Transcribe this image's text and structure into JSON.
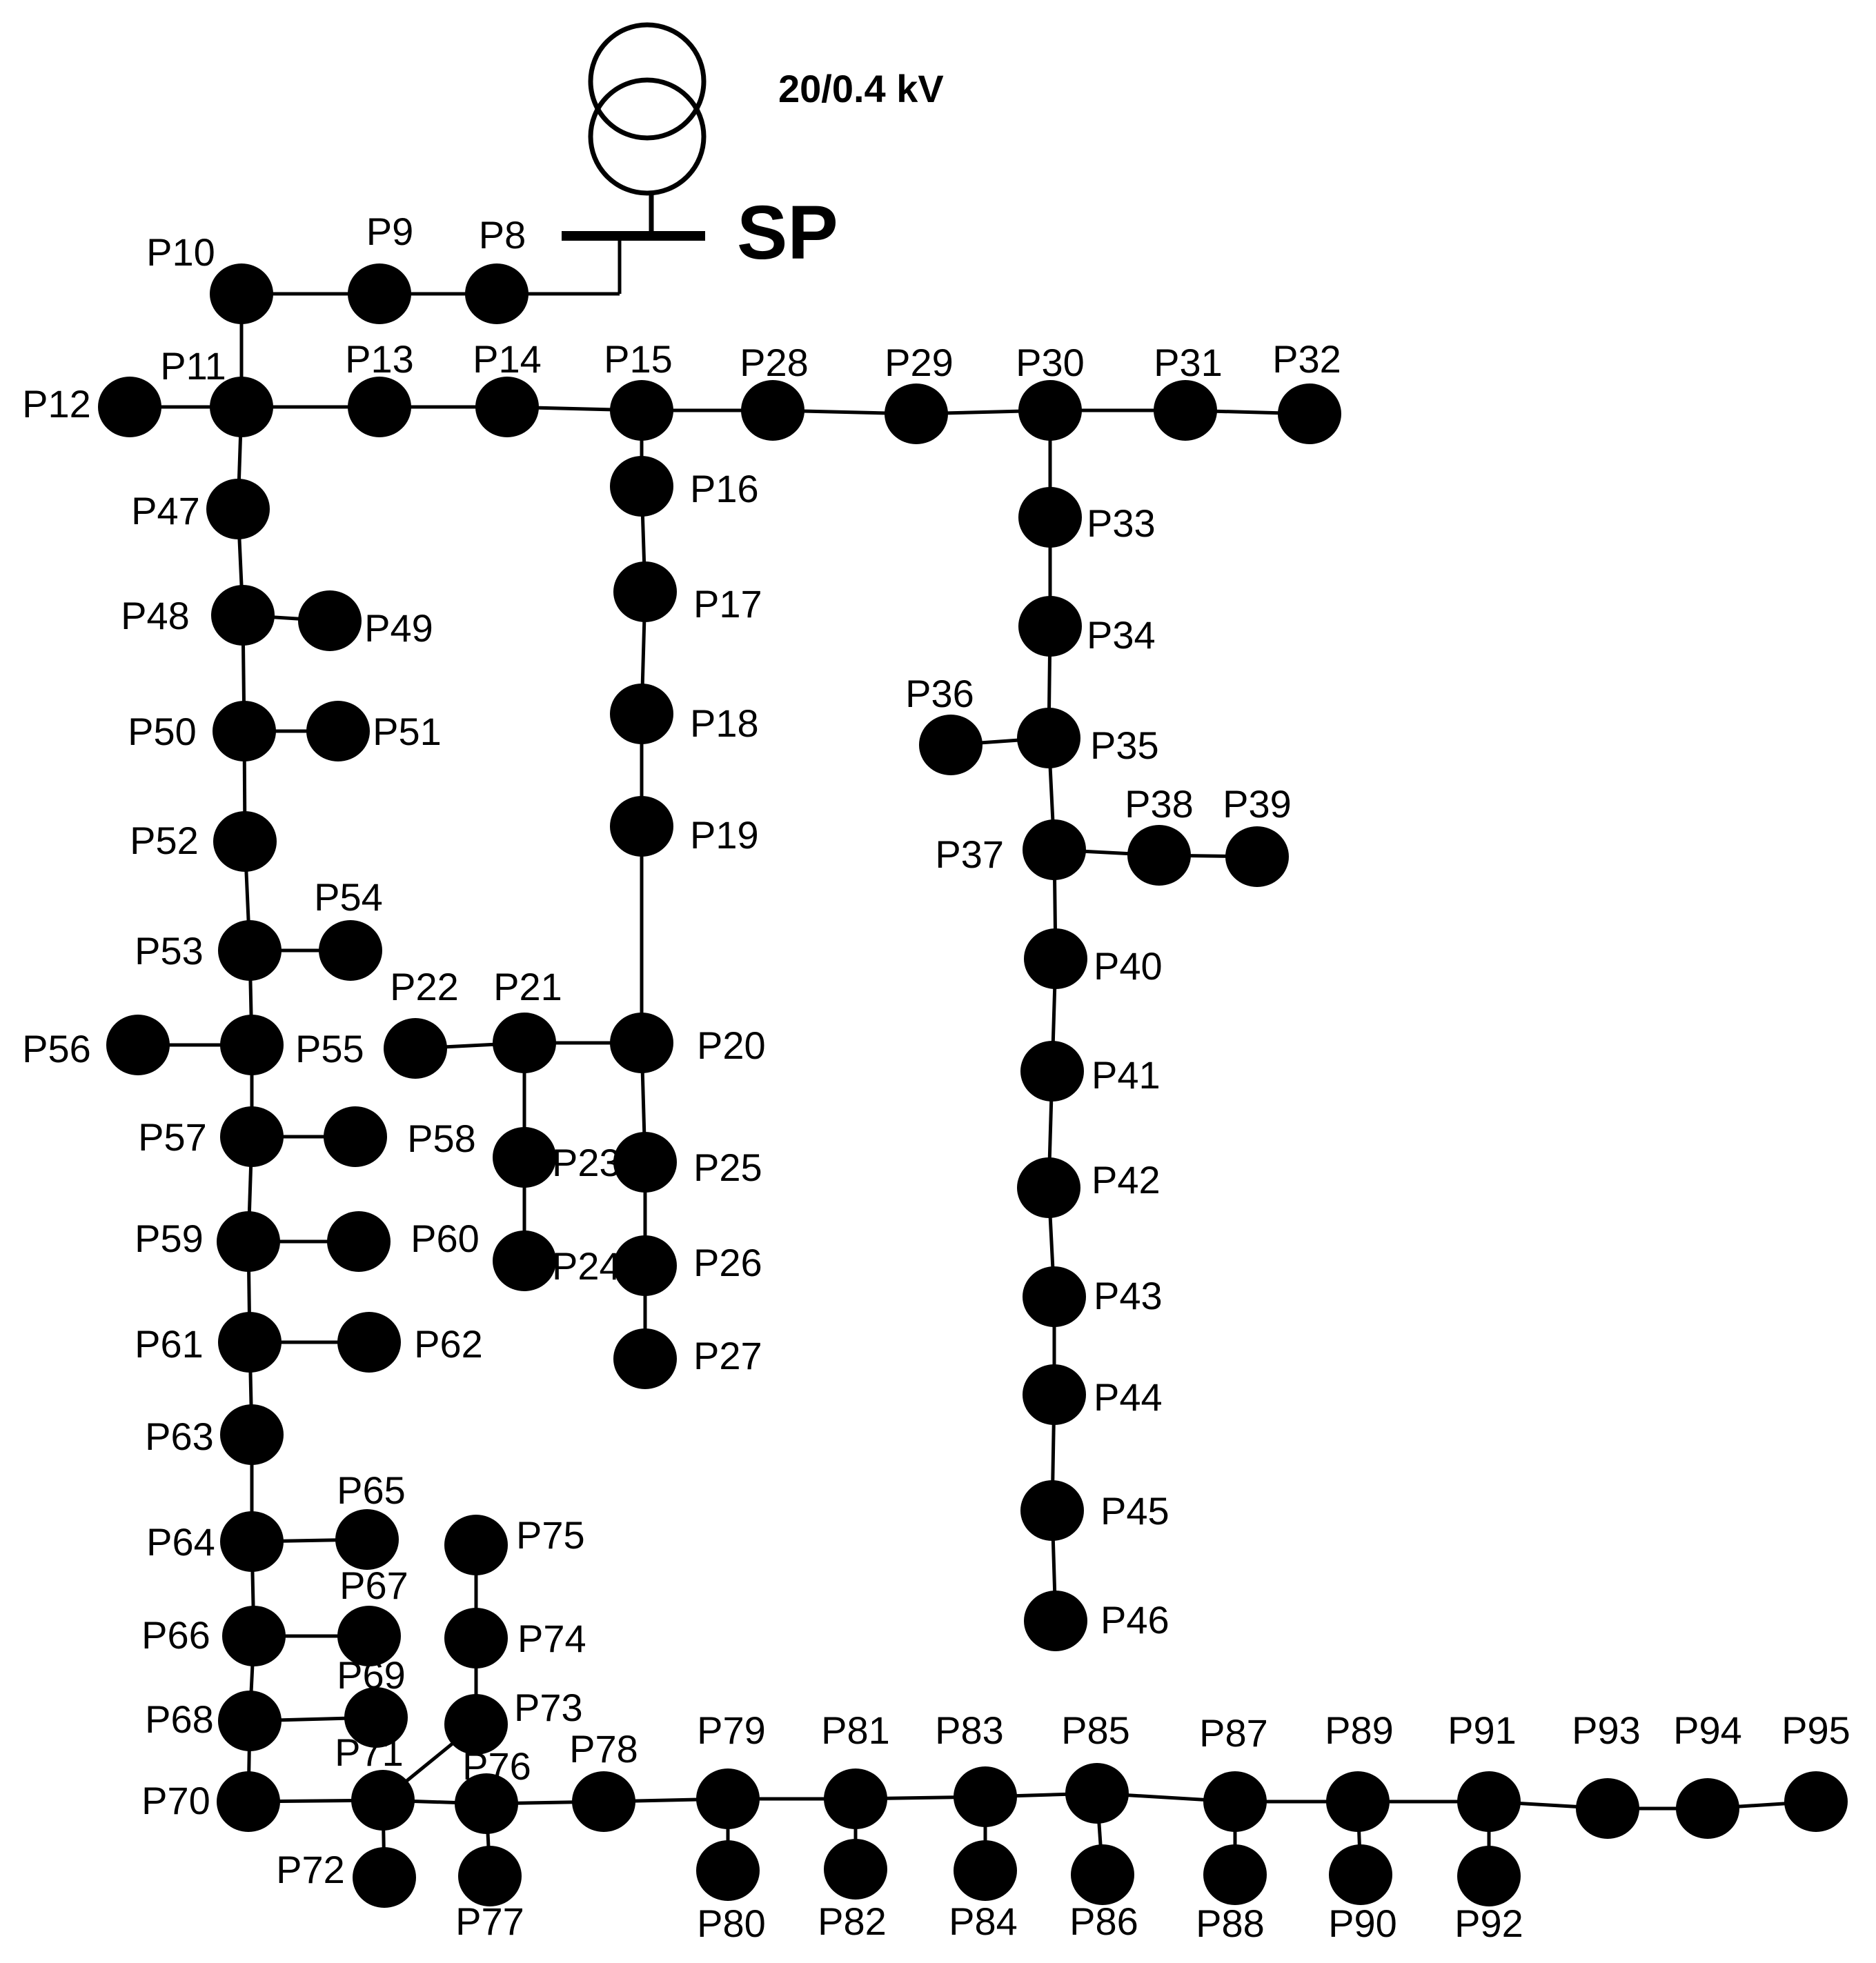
{
  "transformer": {
    "rating": "20/0.4 kV",
    "icon": "transformer-icon"
  },
  "supply_point": {
    "label": "SP"
  },
  "nodes": [
    "P8",
    "P9",
    "P10",
    "P11",
    "P12",
    "P13",
    "P14",
    "P15",
    "P16",
    "P17",
    "P18",
    "P19",
    "P20",
    "P21",
    "P22",
    "P23",
    "P24",
    "P25",
    "P26",
    "P27",
    "P28",
    "P29",
    "P30",
    "P31",
    "P32",
    "P33",
    "P34",
    "P35",
    "P36",
    "P37",
    "P38",
    "P39",
    "P40",
    "P41",
    "P42",
    "P43",
    "P44",
    "P45",
    "P46",
    "P47",
    "P48",
    "P49",
    "P50",
    "P51",
    "P52",
    "P53",
    "P54",
    "P55",
    "P56",
    "P57",
    "P58",
    "P59",
    "P60",
    "P61",
    "P62",
    "P63",
    "P64",
    "P65",
    "P66",
    "P67",
    "P68",
    "P69",
    "P70",
    "P71",
    "P72",
    "P73",
    "P74",
    "P75",
    "P76",
    "P77",
    "P78",
    "P79",
    "P80",
    "P81",
    "P82",
    "P83",
    "P84",
    "P85",
    "P86",
    "P87",
    "P88",
    "P89",
    "P90",
    "P91",
    "P92",
    "P93",
    "P94",
    "P95"
  ],
  "connections": [
    [
      "SP",
      "P8"
    ],
    [
      "P8",
      "P9"
    ],
    [
      "P9",
      "P10"
    ],
    [
      "P10",
      "P11"
    ],
    [
      "P11",
      "P12"
    ],
    [
      "P11",
      "P13"
    ],
    [
      "P13",
      "P14"
    ],
    [
      "P14",
      "P15"
    ],
    [
      "P15",
      "P28"
    ],
    [
      "P28",
      "P29"
    ],
    [
      "P29",
      "P30"
    ],
    [
      "P30",
      "P31"
    ],
    [
      "P31",
      "P32"
    ],
    [
      "P15",
      "P16"
    ],
    [
      "P16",
      "P17"
    ],
    [
      "P17",
      "P18"
    ],
    [
      "P18",
      "P19"
    ],
    [
      "P19",
      "P20"
    ],
    [
      "P20",
      "P21"
    ],
    [
      "P21",
      "P22"
    ],
    [
      "P21",
      "P23"
    ],
    [
      "P23",
      "P24"
    ],
    [
      "P20",
      "P25"
    ],
    [
      "P25",
      "P26"
    ],
    [
      "P26",
      "P27"
    ],
    [
      "P30",
      "P33"
    ],
    [
      "P33",
      "P34"
    ],
    [
      "P34",
      "P35"
    ],
    [
      "P35",
      "P36"
    ],
    [
      "P35",
      "P37"
    ],
    [
      "P37",
      "P38"
    ],
    [
      "P38",
      "P39"
    ],
    [
      "P37",
      "P40"
    ],
    [
      "P40",
      "P41"
    ],
    [
      "P41",
      "P42"
    ],
    [
      "P42",
      "P43"
    ],
    [
      "P43",
      "P44"
    ],
    [
      "P44",
      "P45"
    ],
    [
      "P45",
      "P46"
    ],
    [
      "P11",
      "P47"
    ],
    [
      "P47",
      "P48"
    ],
    [
      "P48",
      "P49"
    ],
    [
      "P48",
      "P50"
    ],
    [
      "P50",
      "P51"
    ],
    [
      "P50",
      "P52"
    ],
    [
      "P52",
      "P53"
    ],
    [
      "P53",
      "P54"
    ],
    [
      "P53",
      "P55"
    ],
    [
      "P55",
      "P56"
    ],
    [
      "P55",
      "P57"
    ],
    [
      "P57",
      "P58"
    ],
    [
      "P57",
      "P59"
    ],
    [
      "P59",
      "P60"
    ],
    [
      "P59",
      "P61"
    ],
    [
      "P61",
      "P62"
    ],
    [
      "P61",
      "P63"
    ],
    [
      "P63",
      "P64"
    ],
    [
      "P64",
      "P65"
    ],
    [
      "P64",
      "P66"
    ],
    [
      "P66",
      "P67"
    ],
    [
      "P66",
      "P68"
    ],
    [
      "P68",
      "P69"
    ],
    [
      "P68",
      "P70"
    ],
    [
      "P70",
      "P71"
    ],
    [
      "P71",
      "P72"
    ],
    [
      "P71",
      "P73"
    ],
    [
      "P73",
      "P74"
    ],
    [
      "P74",
      "P75"
    ],
    [
      "P71",
      "P76"
    ],
    [
      "P76",
      "P77"
    ],
    [
      "P76",
      "P78"
    ],
    [
      "P78",
      "P79"
    ],
    [
      "P79",
      "P80"
    ],
    [
      "P79",
      "P81"
    ],
    [
      "P81",
      "P82"
    ],
    [
      "P81",
      "P83"
    ],
    [
      "P83",
      "P84"
    ],
    [
      "P83",
      "P85"
    ],
    [
      "P85",
      "P86"
    ],
    [
      "P85",
      "P87"
    ],
    [
      "P87",
      "P88"
    ],
    [
      "P87",
      "P89"
    ],
    [
      "P89",
      "P90"
    ],
    [
      "P89",
      "P91"
    ],
    [
      "P91",
      "P92"
    ],
    [
      "P91",
      "P93"
    ],
    [
      "P93",
      "P94"
    ],
    [
      "P94",
      "P95"
    ]
  ]
}
